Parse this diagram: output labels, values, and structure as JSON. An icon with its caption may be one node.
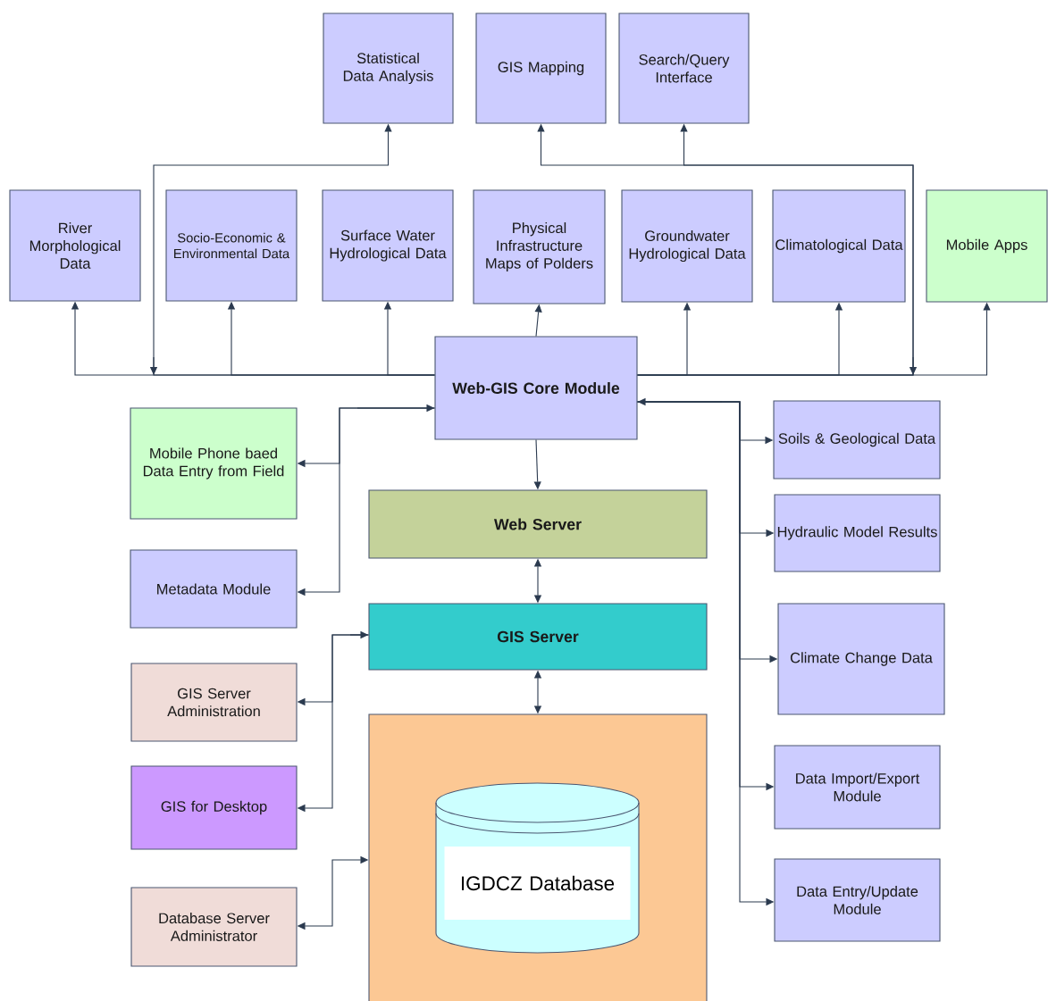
{
  "diagram": {
    "nodes": [
      {
        "text": [
          "Statistical Data Analysis"
        ]
      },
      {
        "text": [
          "GIS Mapping"
        ]
      },
      {
        "text": [
          "Search/Query Interface"
        ]
      },
      {
        "text": [
          "River Morphological Data"
        ]
      },
      {
        "text": [
          "Socio-Economic & Environmental Data"
        ]
      },
      {
        "text": [
          "Surface Water Hydrological Data"
        ]
      },
      {
        "text": [
          "Physical Infrastructure Maps of Polders"
        ]
      },
      {
        "text": [
          "Groundwater Hydrological Data"
        ]
      },
      {
        "text": [
          "Climatological Data"
        ]
      },
      {
        "text": [
          "Mobile Apps"
        ]
      },
      {
        "text": [
          "Web-GIS Core Module"
        ]
      },
      {
        "text": [
          "Mobile Phone baed Data Entry from Field"
        ]
      },
      {
        "text": [
          "Soils & Geological Data"
        ]
      },
      {
        "text": [
          "Web Server"
        ]
      },
      {
        "text": [
          "Hydraulic Model Results"
        ]
      },
      {
        "text": [
          "Metadata Module"
        ]
      },
      {
        "text": [
          "GIS Server"
        ]
      },
      {
        "text": [
          "GIS Server Administration"
        ]
      },
      {
        "text": [
          "Climate Change Data"
        ]
      },
      {
        "text": [
          "GIS for Desktop"
        ]
      },
      {
        "text": [],
        "shape": "box"
      },
      {
        "text": [
          "IGDCZ Database"
        ],
        "in": 20
      },
      {
        "text": [
          "Data Import/Export Module"
        ]
      },
      {
        "text": [
          "Database Server Administrator"
        ]
      },
      {
        "text": [
          "Data Entry/Update Module"
        ]
      }
    ],
    "edges": [
      {
        "from": 10,
        "to": 0,
        "arrow": "to"
      },
      {
        "from": 10,
        "to": 1,
        "arrow": "to"
      },
      {
        "from": 10,
        "to": 2,
        "arrow": "to"
      },
      {
        "from": 10,
        "to": 3,
        "arrow": "to"
      },
      {
        "from": 10,
        "to": 4,
        "arrow": "to"
      },
      {
        "from": 10,
        "to": 5,
        "arrow": "to"
      },
      {
        "from": 10,
        "to": 6,
        "arrow": "to"
      },
      {
        "from": 10,
        "to": 7,
        "arrow": "to"
      },
      {
        "from": 10,
        "to": 8,
        "arrow": "to"
      },
      {
        "from": 10,
        "to": 9,
        "arrow": "to"
      },
      {
        "from": 10,
        "to": 11,
        "arrow": "both"
      },
      {
        "from": 10,
        "to": 15,
        "arrow": "both"
      },
      {
        "from": 10,
        "to": 12,
        "arrow": "both"
      },
      {
        "from": 10,
        "to": 14,
        "arrow": "both"
      },
      {
        "from": 10,
        "to": 18,
        "arrow": "both"
      },
      {
        "from": 10,
        "to": 22,
        "arrow": "both"
      },
      {
        "from": 10,
        "to": 24,
        "arrow": "both"
      },
      {
        "from": 10,
        "to": 13,
        "arrow": "to"
      },
      {
        "from": 13,
        "to": 16,
        "arrow": "both"
      },
      {
        "from": 16,
        "to": 20,
        "arrow": "both"
      },
      {
        "from": 16,
        "to": 17,
        "arrow": "both"
      },
      {
        "from": 16,
        "to": 19,
        "arrow": "both"
      },
      {
        "from": 20,
        "to": 23,
        "arrow": "both"
      }
    ]
  }
}
